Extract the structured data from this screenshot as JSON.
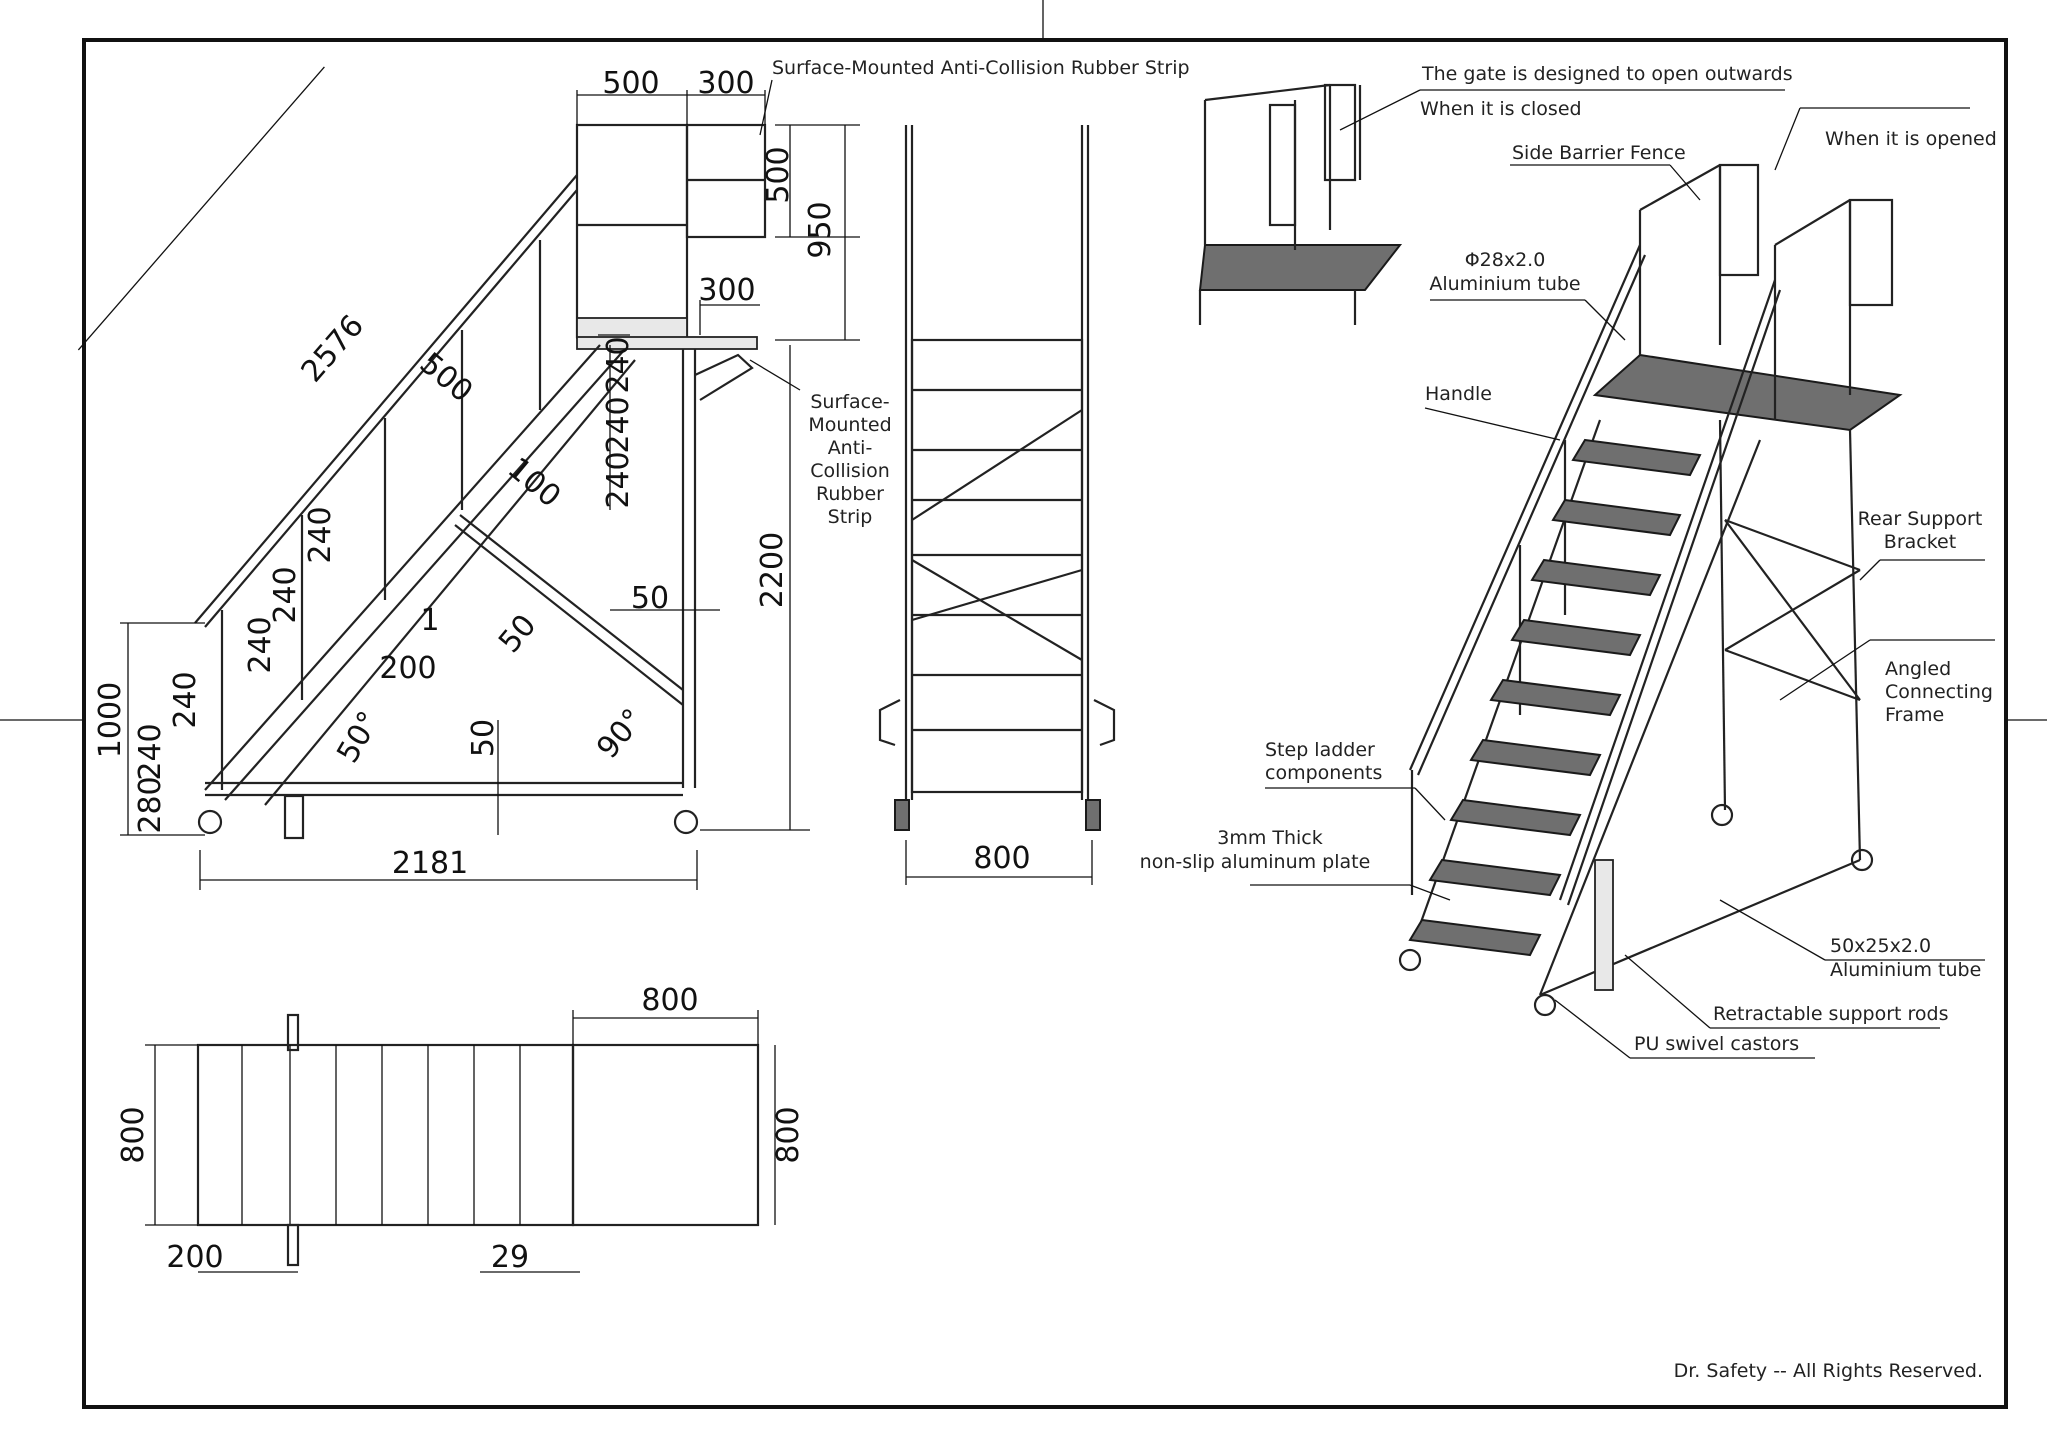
{
  "side_view": {
    "top_dims": [
      "500",
      "300"
    ],
    "right_dims": [
      "500",
      "950",
      "300",
      "2200"
    ],
    "diag_dims": [
      "2576",
      "500",
      "100"
    ],
    "step_dims": [
      "240",
      "240",
      "240",
      "240",
      "240",
      "240",
      "240",
      "240"
    ],
    "misc_dims": [
      "1",
      "200",
      "50",
      "50",
      "50",
      "1000",
      "280"
    ],
    "angles": [
      "50°",
      "90°"
    ],
    "base_dim": "2181",
    "strip_label_top": "Surface-Mounted Anti-Collision Rubber Strip",
    "strip_label_side": [
      "Surface-",
      "Mounted",
      "Anti-",
      "Collision",
      "Rubber",
      "Strip"
    ]
  },
  "front_view": {
    "width_dim": "800"
  },
  "plan_view": {
    "dims": [
      "800",
      "800",
      "800",
      "200",
      "29"
    ]
  },
  "iso_labels": {
    "gate_line1": "The gate is designed to open outwards",
    "gate_closed": "When it is closed",
    "gate_opened": "When it is opened",
    "side_barrier": "Side Barrier Fence",
    "tube_spec_1": "Φ28x2.0",
    "tube_spec_2": "Aluminium tube",
    "handle": "Handle",
    "rear_support": [
      "Rear Support",
      "Bracket"
    ],
    "angled_frame": [
      "Angled",
      "Connecting",
      "Frame"
    ],
    "step_ladder": [
      "Step ladder",
      "components"
    ],
    "plate": [
      "3mm Thick",
      "non-slip aluminum plate"
    ],
    "frame_tube_1": "50x25x2.0",
    "frame_tube_2": "Aluminium tube",
    "support_rods": "Retractable support rods",
    "castors": "PU swivel castors"
  },
  "footer": {
    "copyright": "Dr. Safety -- All Rights Reserved."
  }
}
